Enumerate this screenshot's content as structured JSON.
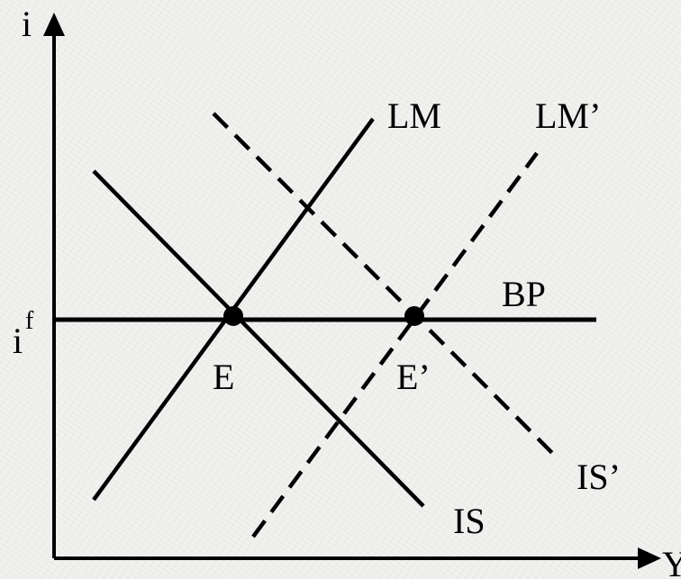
{
  "diagram": {
    "axes": {
      "y_label": "i",
      "x_label": "Y",
      "y_tick_label": "i",
      "y_tick_superscript": "f"
    },
    "curves": {
      "lm": "LM",
      "lm_prime": "LM’",
      "is": "IS",
      "is_prime": "IS’",
      "bp": "BP"
    },
    "points": {
      "e": "E",
      "e_prime": "E’"
    },
    "colors": {
      "ink": "#000000",
      "background": "#eeeeec"
    }
  }
}
